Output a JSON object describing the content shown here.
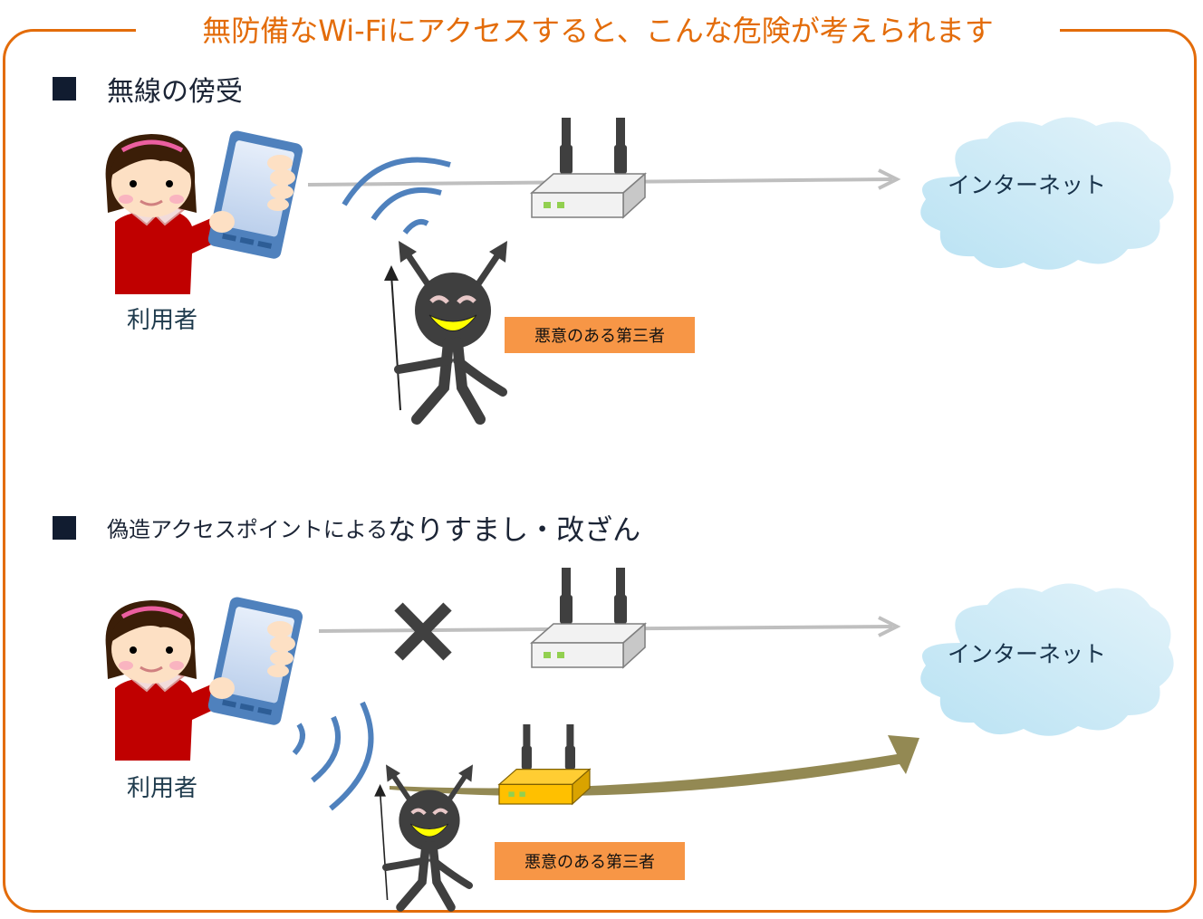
{
  "title": "無防備なWi-Fiにアクセスすると、こんな危険が考えられます",
  "sections": [
    {
      "heading": "無線の傍受",
      "user_label": "利用者",
      "attacker_label": "悪意のある第三者",
      "internet_label": "インターネット"
    },
    {
      "heading_small": "偽造アクセスポイントによる",
      "heading_big": "なりすまし・改ざん",
      "user_label": "利用者",
      "attacker_label": "悪意のある第三者",
      "internet_label": "インターネット"
    }
  ],
  "colors": {
    "accent": "#e36c0a",
    "badge": "#f79646",
    "heading": "#1b2435",
    "wifi_waves": "#4f81bd",
    "fake_route_arrow": "#938953",
    "fake_router": "#ffc000",
    "cloud": "#c6e7f5"
  }
}
